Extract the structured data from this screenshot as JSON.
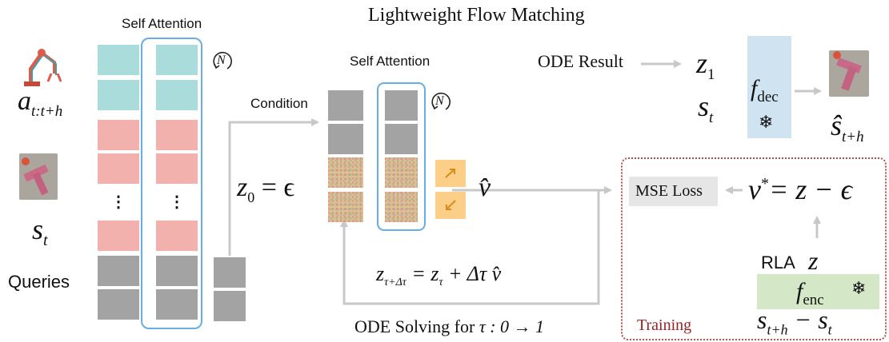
{
  "title": "Lightweight Flow Matching",
  "left": {
    "attention_label": "Self Attention",
    "repeat_symbol": "N",
    "action_label": "a",
    "action_sub": "t:t+h",
    "state_label": "s",
    "state_sub": "t",
    "ellipsis": "⋮",
    "queries_label": "Queries"
  },
  "middle": {
    "attention_label": "Self Attention",
    "repeat_symbol": "N",
    "condition_label": "Condition",
    "z0_eq": "z",
    "z0_sub": "0",
    "z0_rhs": " = ϵ",
    "vhat": "v̂",
    "update_rule": "z",
    "update_sub": "τ+Δτ",
    "update_rhs_a": " = z",
    "update_rhs_sub": "τ",
    "update_rhs_b": " + Δτ v̂",
    "solver_prefix": "ODE Solving for ",
    "solver_math": "τ : 0 → 1"
  },
  "right": {
    "ode_result": "ODE Result",
    "z1": "z",
    "z1_sub": "1",
    "st": "s",
    "st_sub": "t",
    "fdec": "f",
    "fdec_sub": "dec",
    "snowflake": "❄",
    "shat": "ŝ",
    "shat_sub": "t+h"
  },
  "training": {
    "label": "Training",
    "mse_loss": "MSE Loss",
    "target_v": "v",
    "target_star": "*",
    "target_rhs": "= z − ϵ",
    "rla_label": "RLA",
    "rla_z": "z",
    "fenc": "f",
    "fenc_sub": "enc",
    "snowflake": "❄",
    "diff_a": "s",
    "diff_a_sub": "t+h",
    "diff_b": " − s",
    "diff_b_sub": "t"
  },
  "colors": {
    "teal": "#a9dcdb",
    "pink": "#f3b1ad",
    "gray": "#a3a3a3",
    "attention_border": "#68aee6",
    "arrow": "#c8c8c8",
    "decoder_panel": "#cfe3f1",
    "encoder_panel": "#d4e8c8",
    "mse_panel": "#e6e6e6",
    "training_border": "#c44a4a",
    "training_text": "#9b2222"
  }
}
